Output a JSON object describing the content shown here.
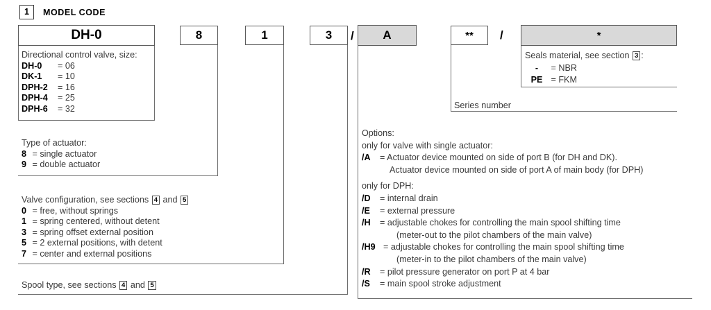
{
  "header": {
    "number": "1",
    "title": "MODEL CODE"
  },
  "code_boxes": [
    {
      "name": "model-box-dh0",
      "value": "DH-0",
      "gray": false
    },
    {
      "name": "model-box-8",
      "value": "8",
      "gray": false
    },
    {
      "name": "model-box-1",
      "value": "1",
      "gray": false
    },
    {
      "name": "model-box-3",
      "value": "3",
      "gray": false
    },
    {
      "name": "model-box-a",
      "value": "A",
      "gray": true
    },
    {
      "name": "model-box-series",
      "value": "**",
      "gray": false
    },
    {
      "name": "model-box-seals",
      "value": "*",
      "gray": true
    }
  ],
  "separators": {
    "slash1": "/",
    "slash2": "/"
  },
  "blocks": {
    "valve_size": {
      "title": "Directional control valve, size:",
      "items": [
        {
          "key": "DH-0",
          "sep": "=",
          "val": "06"
        },
        {
          "key": "DK-1",
          "sep": "=",
          "val": "10"
        },
        {
          "key": "DPH-2",
          "sep": "=",
          "val": "16"
        },
        {
          "key": "DPH-4",
          "sep": "=",
          "val": "25"
        },
        {
          "key": "DPH-6",
          "sep": "=",
          "val": "32"
        }
      ]
    },
    "actuator": {
      "title": "Type of actuator:",
      "items": [
        {
          "key": "8",
          "sep": "=",
          "val": "single actuator"
        },
        {
          "key": "9",
          "sep": "=",
          "val": "double actuator"
        }
      ]
    },
    "valve_config": {
      "title_pre": "Valve configuration, see sections",
      "sec_a": "4",
      "title_mid": "and",
      "sec_b": "5",
      "items": [
        {
          "key": "0",
          "sep": "=",
          "val": "free, without springs"
        },
        {
          "key": "1",
          "sep": "=",
          "val": "spring centered, without detent"
        },
        {
          "key": "3",
          "sep": "=",
          "val": "spring offset external position"
        },
        {
          "key": "5",
          "sep": "=",
          "val": "2 external positions, with detent"
        },
        {
          "key": "7",
          "sep": "=",
          "val": "center and external positions"
        }
      ]
    },
    "spool_type": {
      "title_pre": "Spool type, see sections",
      "sec_a": "4",
      "title_mid": "and",
      "sec_b": "5"
    },
    "options": {
      "title": "Options:",
      "sub1": "only for valve with single actuator:",
      "group1": [
        {
          "key": "/A",
          "sep": "=",
          "val": "Actuator device mounted on side of port B (for DH and DK)."
        },
        {
          "key": "",
          "sep": "",
          "val": "Actuator device mounted on side of port A of main body (for DPH)"
        }
      ],
      "sub2": "only for DPH:",
      "group2": [
        {
          "key": "/D",
          "sep": "=",
          "val": "internal drain"
        },
        {
          "key": "/E",
          "sep": "=",
          "val": "external pressure"
        },
        {
          "key": "/H",
          "sep": "=",
          "val": "adjustable chokes for controlling the main spool shifting time"
        },
        {
          "key": "",
          "sep": "",
          "val": "(meter-out to the pilot chambers of the main valve)"
        },
        {
          "key": "/H9",
          "sep": "=",
          "val": "adjustable chokes for controlling the main spool shifting time"
        },
        {
          "key": "",
          "sep": "",
          "val": "(meter-in to the pilot chambers of the main valve)"
        },
        {
          "key": "/R",
          "sep": "=",
          "val": "pilot pressure generator on port P at 4 bar"
        },
        {
          "key": "/S",
          "sep": "=",
          "val": "main spool stroke adjustment"
        }
      ]
    },
    "seals": {
      "title_pre": "Seals material, see section",
      "sec": "3",
      "title_post": ":",
      "items": [
        {
          "key": "-",
          "sep": "=",
          "val": "NBR"
        },
        {
          "key": "PE",
          "sep": "=",
          "val": "FKM"
        }
      ]
    },
    "series": {
      "title": "Series number"
    }
  }
}
